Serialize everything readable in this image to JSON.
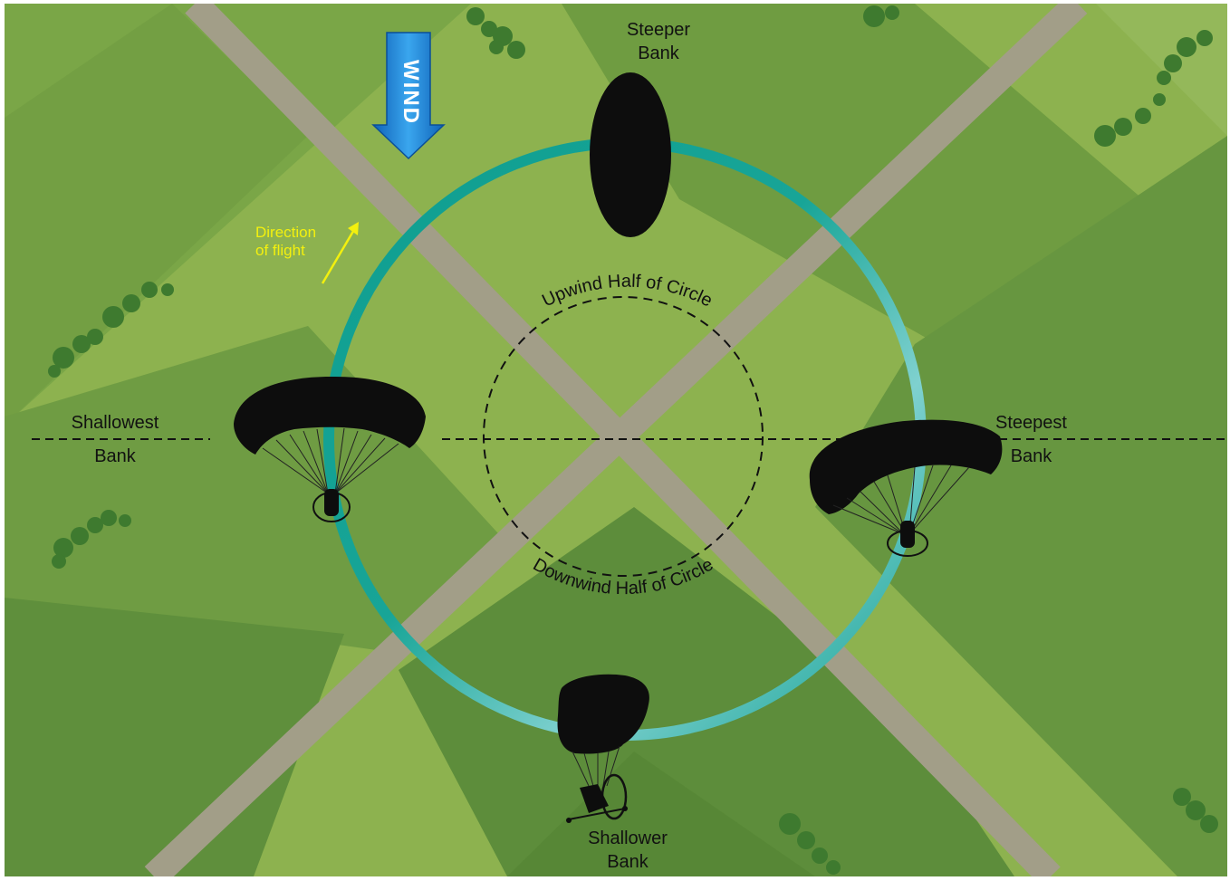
{
  "wind": {
    "label": "WIND"
  },
  "direction_of_flight": {
    "line1": "Direction",
    "line2": "of flight"
  },
  "labels": {
    "steeper": {
      "line1": "Steeper",
      "line2": "Bank"
    },
    "steepest": {
      "line1": "Steepest",
      "line2": "Bank"
    },
    "shallowest": {
      "line1": "Shallowest",
      "line2": "Bank"
    },
    "shallower": {
      "line1": "Shallower",
      "line2": "Bank"
    }
  },
  "circle_labels": {
    "upwind": "Upwind Half of Circle",
    "downwind": "Downwind Half of Circle"
  },
  "colors": {
    "field_light": "#8fb450",
    "field_mid": "#78a446",
    "field_dark": "#5e8c3c",
    "road": "#a39f88",
    "circle_teal": "#12a396",
    "circle_light": "#7cd0cd",
    "wind_blue": "#1e88d8",
    "arrow_yellow": "#f3f00e",
    "silhouette": "#0d0d0d"
  }
}
